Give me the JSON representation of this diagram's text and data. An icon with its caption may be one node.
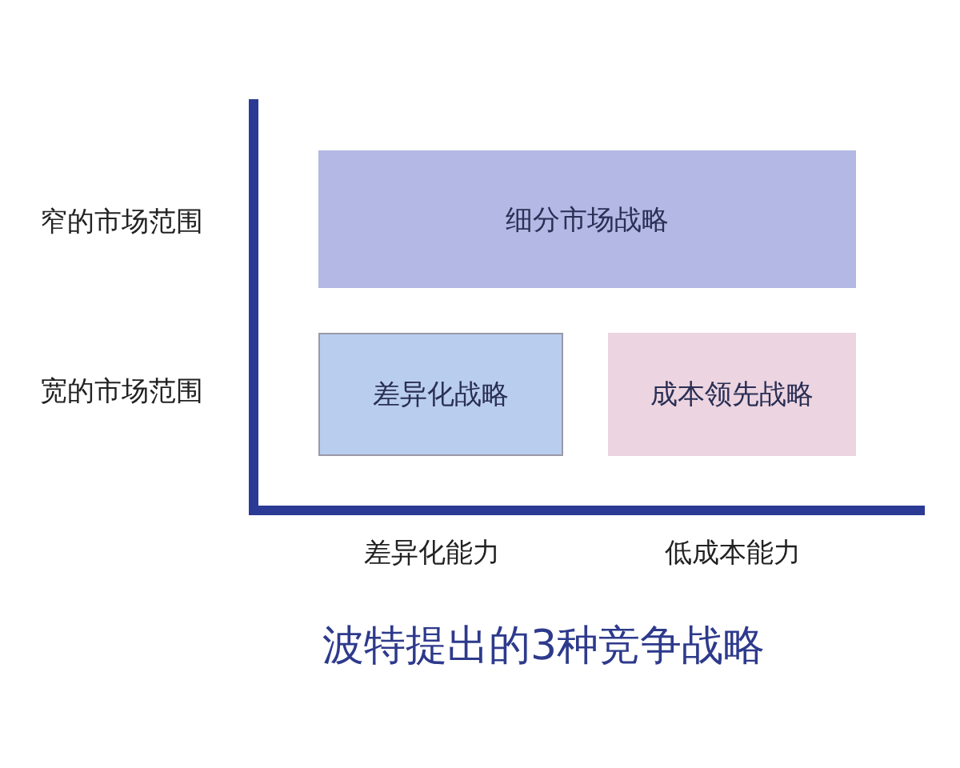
{
  "diagram": {
    "caption": "波特提出的3种竞争战略",
    "nodes": [
      {
        "text": [
          "细分市场战略"
        ]
      },
      {
        "text": [
          "差异化战略"
        ]
      },
      {
        "text": [
          "成本领先战略"
        ]
      }
    ],
    "labels": [
      "窄的市场范围",
      "宽的市场范围",
      "差异化能力",
      "低成本能力"
    ]
  }
}
